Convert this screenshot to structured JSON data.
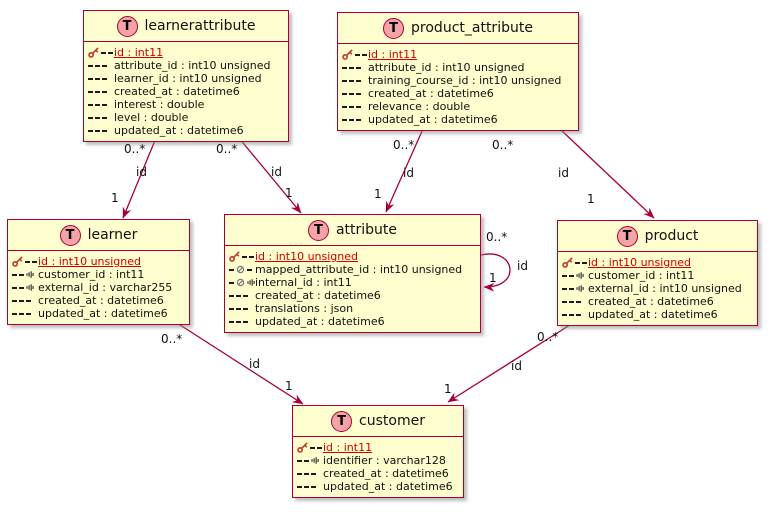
{
  "diagram": {
    "spot_letter": "T",
    "colors": {
      "box_fill": "#FEFECE",
      "box_border": "#A80036",
      "spot_fill": "#F4A3A9",
      "pk_text": "#D10000",
      "edge_line": "#A80036"
    },
    "tables": [
      {
        "key": "learnerattribute",
        "title": "learnerattribute",
        "fields": [
          {
            "icon": "pk",
            "pk": true,
            "text": "id : int11"
          },
          {
            "icon": "plain",
            "pk": false,
            "text": "attribute_id : int10 unsigned"
          },
          {
            "icon": "plain",
            "pk": false,
            "text": "learner_id : int10 unsigned"
          },
          {
            "icon": "plain",
            "pk": false,
            "text": "created_at : datetime6"
          },
          {
            "icon": "plain",
            "pk": false,
            "text": "interest : double"
          },
          {
            "icon": "plain",
            "pk": false,
            "text": "level : double"
          },
          {
            "icon": "plain",
            "pk": false,
            "text": "updated_at : datetime6"
          }
        ]
      },
      {
        "key": "product_attribute",
        "title": "product_attribute",
        "fields": [
          {
            "icon": "pk",
            "pk": true,
            "text": "id : int11"
          },
          {
            "icon": "plain",
            "pk": false,
            "text": "attribute_id : int10 unsigned"
          },
          {
            "icon": "plain",
            "pk": false,
            "text": "training_course_id : int10 unsigned"
          },
          {
            "icon": "plain",
            "pk": false,
            "text": "created_at : datetime6"
          },
          {
            "icon": "plain",
            "pk": false,
            "text": "relevance : double"
          },
          {
            "icon": "plain",
            "pk": false,
            "text": "updated_at : datetime6"
          }
        ]
      },
      {
        "key": "learner",
        "title": "learner",
        "fields": [
          {
            "icon": "pk",
            "pk": true,
            "text": "id : int10 unsigned"
          },
          {
            "icon": "indexed",
            "pk": false,
            "text": "customer_id : int11"
          },
          {
            "icon": "indexed",
            "pk": false,
            "text": "external_id : varchar255"
          },
          {
            "icon": "plain",
            "pk": false,
            "text": "created_at : datetime6"
          },
          {
            "icon": "plain",
            "pk": false,
            "text": "updated_at : datetime6"
          }
        ]
      },
      {
        "key": "attribute",
        "title": "attribute",
        "fields": [
          {
            "icon": "pk",
            "pk": true,
            "text": "id : int10 unsigned"
          },
          {
            "icon": "nullable",
            "pk": false,
            "text": "mapped_attribute_id : int10 unsigned"
          },
          {
            "icon": "nullable_indexed",
            "pk": false,
            "text": "internal_id : int11"
          },
          {
            "icon": "plain",
            "pk": false,
            "text": "created_at : datetime6"
          },
          {
            "icon": "plain",
            "pk": false,
            "text": "translations : json"
          },
          {
            "icon": "plain",
            "pk": false,
            "text": "updated_at : datetime6"
          }
        ]
      },
      {
        "key": "product",
        "title": "product",
        "fields": [
          {
            "icon": "pk",
            "pk": true,
            "text": "id : int10 unsigned"
          },
          {
            "icon": "indexed",
            "pk": false,
            "text": "customer_id : int11"
          },
          {
            "icon": "indexed",
            "pk": false,
            "text": "external_id : int10 unsigned"
          },
          {
            "icon": "plain",
            "pk": false,
            "text": "created_at : datetime6"
          },
          {
            "icon": "plain",
            "pk": false,
            "text": "updated_at : datetime6"
          }
        ]
      },
      {
        "key": "customer",
        "title": "customer",
        "fields": [
          {
            "icon": "pk",
            "pk": true,
            "text": "id : int11"
          },
          {
            "icon": "indexed",
            "pk": false,
            "text": "identifier : varchar128"
          },
          {
            "icon": "plain",
            "pk": false,
            "text": "created_at : datetime6"
          },
          {
            "icon": "plain",
            "pk": false,
            "text": "updated_at : datetime6"
          }
        ]
      }
    ],
    "relations": [
      {
        "from": "learnerattribute",
        "to": "learner",
        "label": "id",
        "source_card": "0..*",
        "target_card": "1"
      },
      {
        "from": "learnerattribute",
        "to": "attribute",
        "label": "id",
        "source_card": "0..*",
        "target_card": "1"
      },
      {
        "from": "product_attribute",
        "to": "attribute",
        "label": "id",
        "source_card": "0..*",
        "target_card": "1"
      },
      {
        "from": "product_attribute",
        "to": "product",
        "label": "id",
        "source_card": "0..*",
        "target_card": "1"
      },
      {
        "from": "attribute",
        "to": "attribute",
        "label": "id",
        "source_card": "0..*",
        "target_card": "1"
      },
      {
        "from": "learner",
        "to": "customer",
        "label": "id",
        "source_card": "0..*",
        "target_card": "1"
      },
      {
        "from": "product",
        "to": "customer",
        "label": "id",
        "source_card": "0..*",
        "target_card": "1"
      }
    ]
  }
}
